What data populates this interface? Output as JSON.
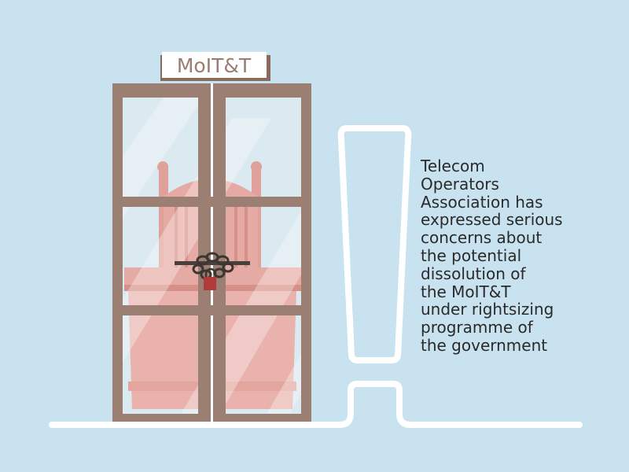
{
  "sign": {
    "label": "MoIT&T"
  },
  "caption": {
    "lines": [
      "Telecom",
      "Operators",
      "Association has",
      "expressed serious",
      "concerns about",
      "the potential",
      "dissolution of",
      "the MoIT&T",
      "under rightsizing",
      "programme of",
      "the government"
    ]
  },
  "colors": {
    "background": "#c9e2ef",
    "door_frame": "#9a7f72",
    "glass": "#dbe9f0",
    "chair": "#e5a6a0",
    "padlock": "#b0393a",
    "chain": "#3c3632",
    "outline": "#ffffff",
    "text": "#2a2a2a"
  },
  "icons": [
    "padlock-icon",
    "chain-icon",
    "chair-illustration",
    "exclamation-mark-shape"
  ]
}
